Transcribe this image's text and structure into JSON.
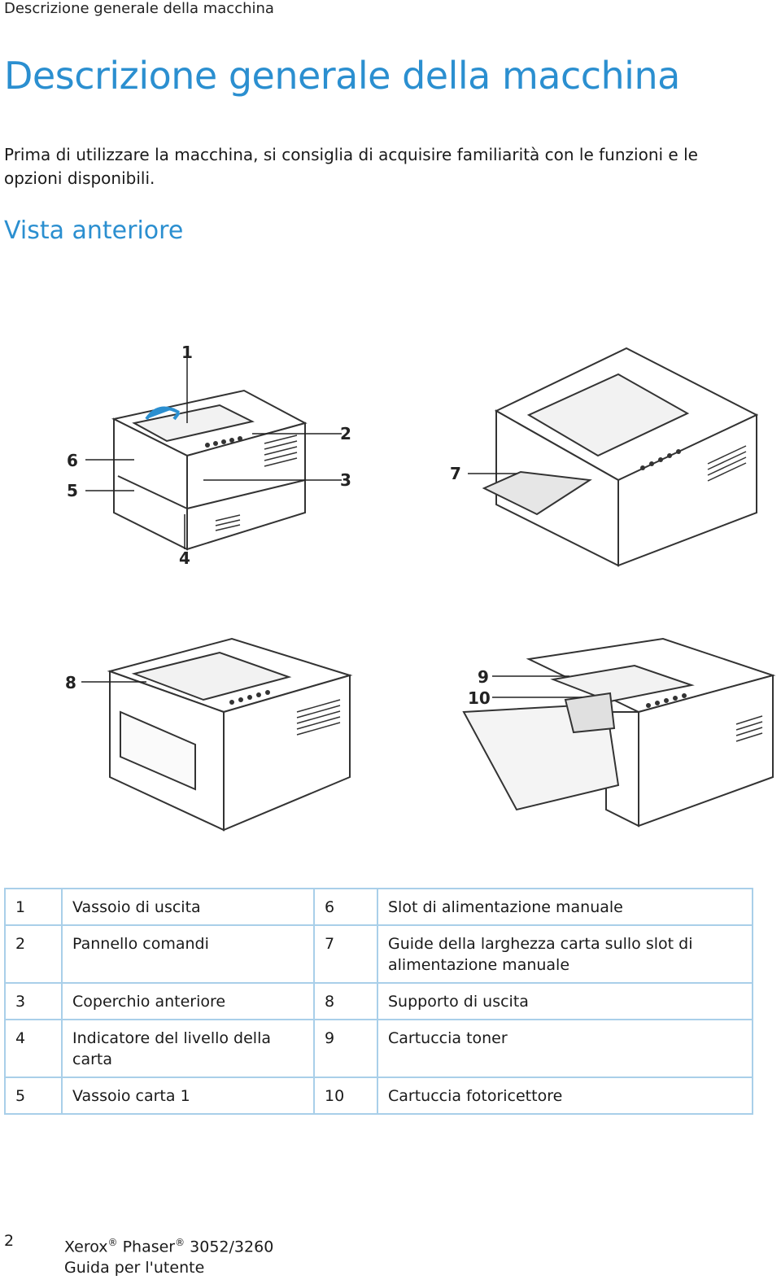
{
  "running_head": "Descrizione generale della macchina",
  "title": "Descrizione generale della macchina",
  "intro": "Prima di utilizzare la macchina, si consiglia di acquisire familiarità con le funzioni e le opzioni disponibili.",
  "section_title": "Vista anteriore",
  "figure_callouts": [
    "1",
    "2",
    "3",
    "4",
    "5",
    "6",
    "7",
    "8",
    "9",
    "10"
  ],
  "legend": [
    {
      "n1": "1",
      "d1": "Vassoio di uscita",
      "n2": "6",
      "d2": "Slot di alimentazione manuale"
    },
    {
      "n1": "2",
      "d1": "Pannello comandi",
      "n2": "7",
      "d2": "Guide della larghezza carta sullo slot di alimentazione manuale"
    },
    {
      "n1": "3",
      "d1": "Coperchio anteriore",
      "n2": "8",
      "d2": "Supporto di uscita"
    },
    {
      "n1": "4",
      "d1": "Indicatore del livello della carta",
      "n2": "9",
      "d2": "Cartuccia toner"
    },
    {
      "n1": "5",
      "d1": "Vassoio carta 1",
      "n2": "10",
      "d2": "Cartuccia fotoricettore"
    }
  ],
  "footer": {
    "page_number": "2",
    "brand": "Xerox",
    "reg": "®",
    "product": "Phaser",
    "model": "3052/3260",
    "guide": "Guida per l'utente"
  }
}
